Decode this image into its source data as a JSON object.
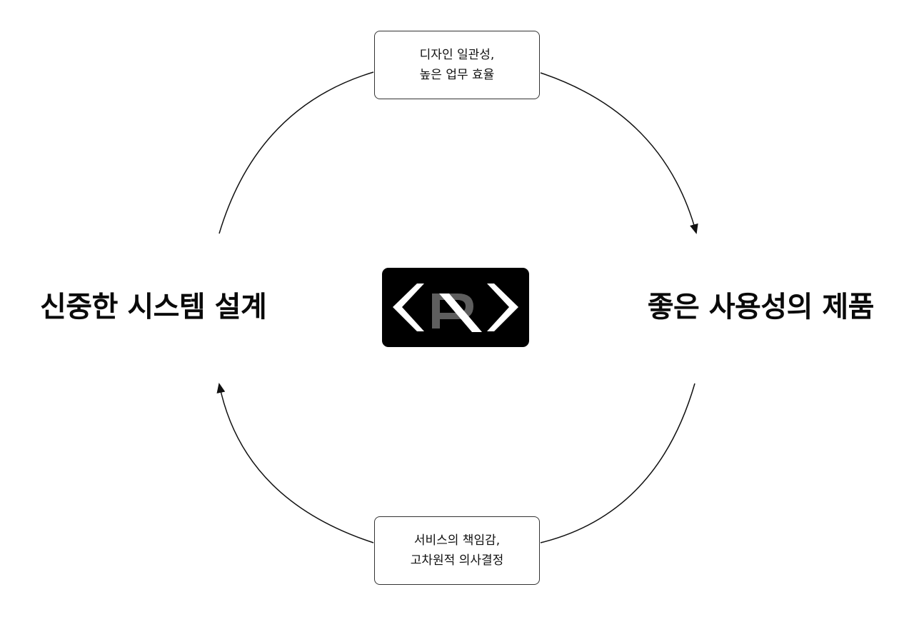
{
  "nodes": {
    "top": {
      "line1": "디자인 일관성,",
      "line2": "높은 업무 효율"
    },
    "bottom": {
      "line1": "서비스의 책임감,",
      "line2": "고차원적 의사결정"
    },
    "left": {
      "label": "신중한 시스템 설계"
    },
    "right": {
      "label": "좋은 사용성의 제품"
    }
  },
  "center": {
    "logo": "r-logo-icon"
  },
  "colors": {
    "line": "#111111",
    "logo_bg": "#000000",
    "logo_chevron": "#ffffff",
    "logo_letter": "#5e5e5e"
  },
  "flow": {
    "direction": "clockwise",
    "sequence": [
      "top",
      "right",
      "bottom",
      "left"
    ]
  }
}
